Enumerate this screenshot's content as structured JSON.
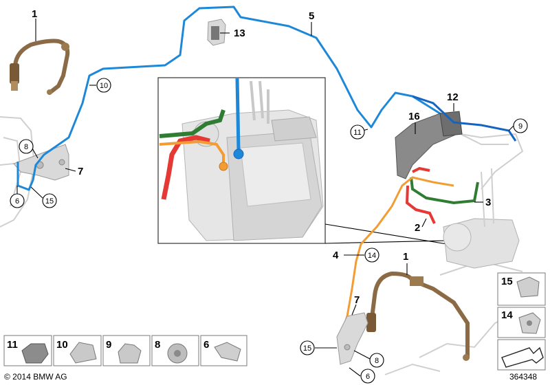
{
  "callouts": {
    "c1": "1",
    "c1b": "1",
    "c2": "2",
    "c3": "3",
    "c4": "4",
    "c5": "5",
    "c6": "6",
    "c6b": "6",
    "c7": "7",
    "c7b": "7",
    "c8": "8",
    "c8b": "8",
    "c9": "9",
    "c10": "10",
    "c11": "11",
    "c12": "12",
    "c13": "13",
    "c14": "14",
    "c15": "15",
    "c15b": "15",
    "c16": "16"
  },
  "legend_tiles": {
    "t11": "11",
    "t10": "10",
    "t9": "9",
    "t8": "8",
    "t6": "6",
    "t15": "15",
    "t14": "14"
  },
  "footer": {
    "copyright": "© 2014 BMW AG",
    "diagram_number": "364348"
  },
  "colors": {
    "brake_line_blue": "#1e88d8",
    "brake_line_dark_blue": "#1565c0",
    "brake_line_red": "#e53935",
    "brake_line_orange": "#f39c33",
    "brake_line_green": "#2e7d32",
    "brake_hose_brown": "#8b6b45"
  }
}
